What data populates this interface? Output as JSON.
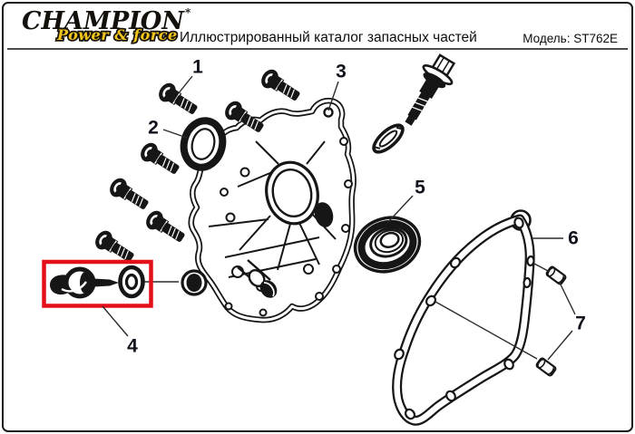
{
  "header": {
    "brand": "CHAMPION",
    "brand_mark": "*",
    "tagline": "Power & force",
    "tagline_color": "#f2c51d",
    "title": "Иллюстрированный каталог запасных частей",
    "model": "Модель: ST762E"
  },
  "diagram": {
    "ink_color": "#161616",
    "highlight_color": "#e41019",
    "callouts": [
      "1",
      "2",
      "3",
      "4",
      "5",
      "6",
      "7"
    ]
  }
}
